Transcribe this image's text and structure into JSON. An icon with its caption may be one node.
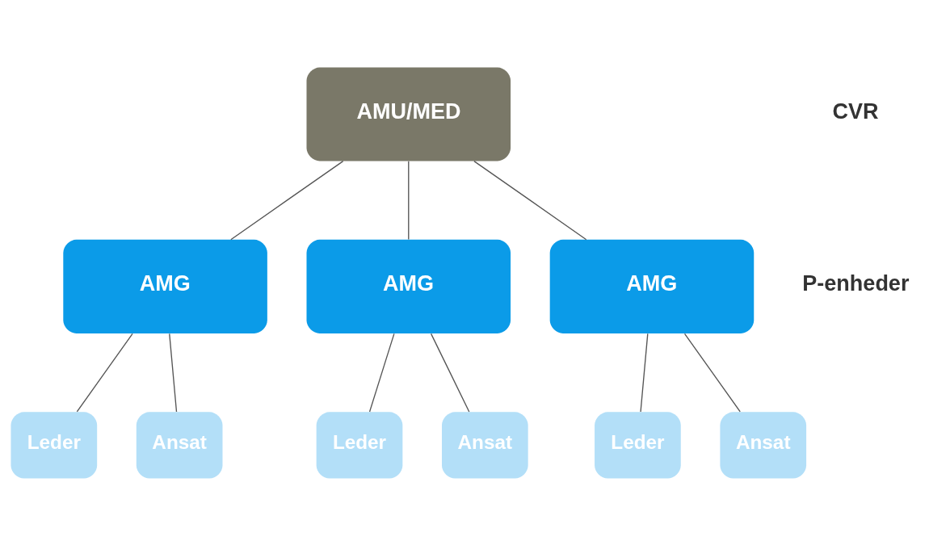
{
  "diagram": {
    "nodes": [
      {
        "text": [
          "AMU/MED"
        ]
      },
      {
        "text": [
          "AMG"
        ]
      },
      {
        "text": [
          "AMG"
        ]
      },
      {
        "text": [
          "AMG"
        ]
      },
      {
        "text": [
          "Leder"
        ]
      },
      {
        "text": [
          "Ansat"
        ]
      },
      {
        "text": [
          "Leder"
        ]
      },
      {
        "text": [
          "Ansat"
        ]
      },
      {
        "text": [
          "Leder"
        ]
      },
      {
        "text": [
          "Ansat"
        ]
      }
    ],
    "edges": [
      {
        "from": 0,
        "to": 1,
        "arrow": "none"
      },
      {
        "from": 0,
        "to": 2,
        "arrow": "none"
      },
      {
        "from": 0,
        "to": 3,
        "arrow": "none"
      },
      {
        "from": 1,
        "to": 4,
        "arrow": "none"
      },
      {
        "from": 1,
        "to": 5,
        "arrow": "none"
      },
      {
        "from": 2,
        "to": 6,
        "arrow": "none"
      },
      {
        "from": 2,
        "to": 7,
        "arrow": "none"
      },
      {
        "from": 3,
        "to": 8,
        "arrow": "none"
      },
      {
        "from": 3,
        "to": 9,
        "arrow": "none"
      }
    ],
    "labels": [
      "CVR",
      "P-enheder"
    ]
  }
}
